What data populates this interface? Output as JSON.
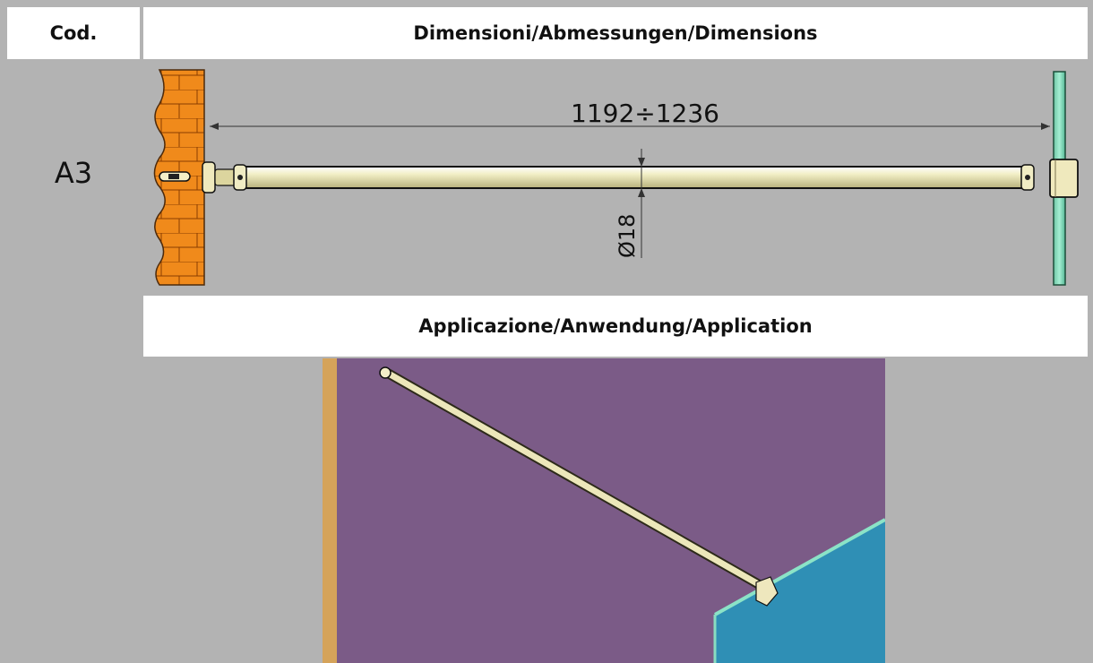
{
  "table": {
    "code_header": "Cod.",
    "dimensions_header": "Dimensioni/Abmessungen/Dimensions",
    "application_header": "Applicazione/Anwendung/Application",
    "code_value": "A3"
  },
  "dimensions": {
    "length_label": "1192÷1236",
    "diameter_label": "Ø18"
  },
  "colors": {
    "background_gray": "#b3b3b3",
    "header_white": "#ffffff",
    "brick_orange": "#f08a1b",
    "glass_green": "#7ad6b2",
    "bar_cream": "#f1edbf",
    "room_purple": "#7b5b87",
    "glass_blue": "#2f8fb5",
    "wall_gold": "#d5a35a"
  }
}
